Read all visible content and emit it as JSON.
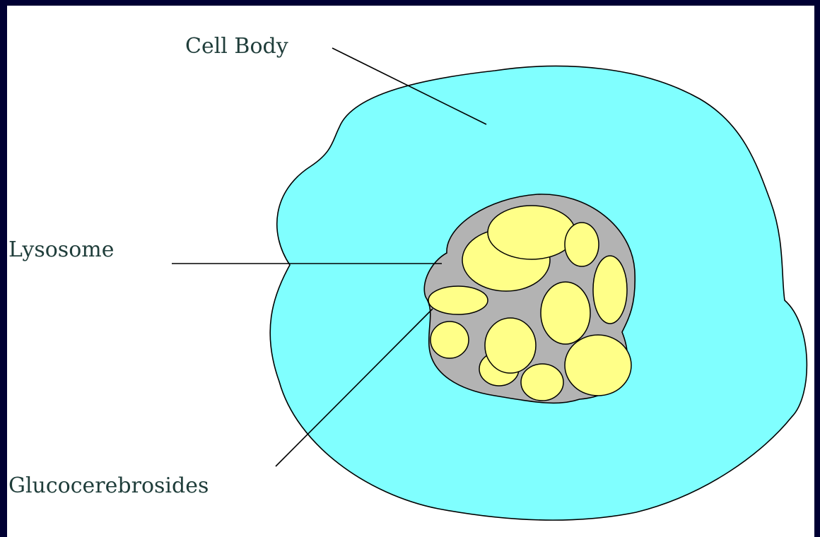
{
  "labels": {
    "cell_body": "Cell Body",
    "lysosome": "Lysosome",
    "glucocerebrosides": "Glucocerebrosides"
  },
  "colors": {
    "outer_background": "#000033",
    "panel": "#ffffff",
    "cell_body": "#80ffff",
    "lysosome": "#b3b3b3",
    "glucocerebrosides": "#ffff88"
  }
}
